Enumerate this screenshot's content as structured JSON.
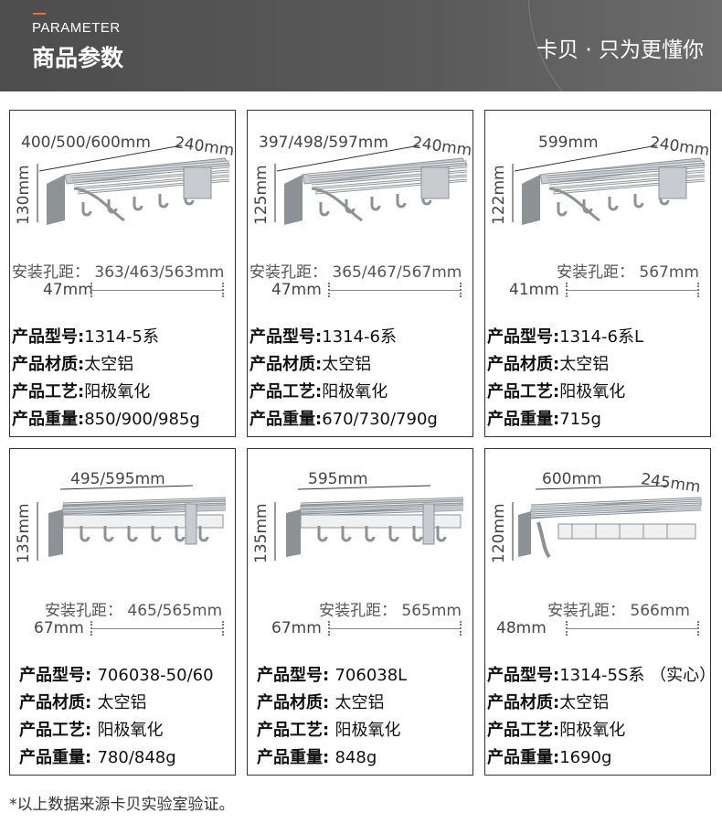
{
  "header": {
    "title_en": "PARAMETER",
    "title_cn": "商品参数",
    "slogan": "卡贝 · 只为更懂你"
  },
  "spec_keys": {
    "model": "产品型号",
    "material": "产品材质",
    "process": "产品工艺",
    "weight": "产品重量"
  },
  "products": [
    {
      "width": "400/500/600mm",
      "depth": "240mm",
      "height": "130mm",
      "hole_label": "安装孔距：",
      "hole": "363/463/563mm",
      "hole_depth": "47mm",
      "model": "1314-5系",
      "material": "太空铝",
      "process": "阳极氧化",
      "weight": "850/900/985g",
      "sep": ":"
    },
    {
      "width": "397/498/597mm",
      "depth": "240mm",
      "height": "125mm",
      "hole_label": "安装孔距：",
      "hole": "365/467/567mm",
      "hole_depth": "47mm",
      "model": "1314-6系",
      "material": "太空铝",
      "process": "阳极氧化",
      "weight": "670/730/790g",
      "sep": ":"
    },
    {
      "width": "599mm",
      "depth": "240mm",
      "height": "122mm",
      "hole_label": "安装孔距：",
      "hole": "567mm",
      "hole_depth": "41mm",
      "model": "1314-6系L",
      "material": "太空铝",
      "process": "阳极氧化",
      "weight": "715g",
      "sep": ":"
    },
    {
      "width": "495/595mm",
      "depth": "",
      "height": "135mm",
      "hole_label": "安装孔距：",
      "hole": "465/565mm",
      "hole_depth": "67mm",
      "model": "706038-50/60",
      "material": "太空铝",
      "process": "阳极氧化",
      "weight": "780/848g",
      "sep": ": "
    },
    {
      "width": "595mm",
      "depth": "",
      "height": "135mm",
      "hole_label": "安装孔距：",
      "hole": "565mm",
      "hole_depth": "67mm",
      "model": "706038L",
      "material": "太空铝",
      "process": "阳极氧化",
      "weight": "848g",
      "sep": ": "
    },
    {
      "width": "600mm",
      "depth": "245mm",
      "height": "120mm",
      "hole_label": "安装孔距：",
      "hole": "566mm",
      "hole_depth": "48mm",
      "model": "1314-5S系 （实心）",
      "material": "太空铝",
      "process": "阳极氧化",
      "weight": "1690g",
      "sep": ":"
    }
  ],
  "footnote": "*以上数据来源卡贝实验室验证。"
}
